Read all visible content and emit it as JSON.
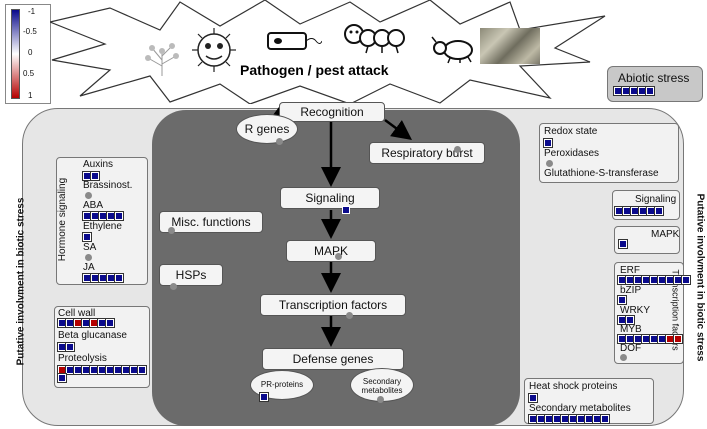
{
  "legend": {
    "ticks": [
      "-1",
      "-0.5",
      "0",
      "0.5",
      "1"
    ],
    "colors": {
      "low": "#0a0a8c",
      "mid": "#ffffff",
      "high": "#b40000"
    }
  },
  "title": "Pathogen / pest attack",
  "abiotic_stress": {
    "label": "Abiotic stress",
    "cells": [
      "b",
      "b",
      "b",
      "b",
      "b"
    ]
  },
  "side_labels": {
    "left": "Putative involvment in biotic stress",
    "right": "Putative involvment in biotic stress"
  },
  "hormone": {
    "group_label": "Hormone signaling",
    "items": [
      {
        "label": "Auxins",
        "cells": [
          "b",
          "b"
        ]
      },
      {
        "label": "Brassinost.",
        "cells": []
      },
      {
        "label": "ABA",
        "cells": [
          "b",
          "b",
          "b",
          "b",
          "b"
        ]
      },
      {
        "label": "Ethylene",
        "cells": [
          "b"
        ]
      },
      {
        "label": "SA",
        "cells": []
      },
      {
        "label": "JA",
        "cells": [
          "b",
          "b",
          "b",
          "b",
          "b"
        ]
      }
    ]
  },
  "cell_wall": {
    "label": "Cell wall",
    "cells": [
      "b",
      "b",
      "r",
      "b",
      "r",
      "b",
      "b"
    ]
  },
  "beta_glucanase": {
    "label": "Beta glucanase",
    "cells": [
      "b",
      "b"
    ]
  },
  "proteolysis": {
    "label": "Proteolysis",
    "row1": [
      "r",
      "b",
      "b",
      "b",
      "b",
      "b",
      "b",
      "b",
      "b",
      "b",
      "b"
    ],
    "row2": [
      "b"
    ]
  },
  "flow": {
    "recognition": "Recognition",
    "r_genes": "R genes",
    "respiratory_burst": "Respiratory burst",
    "signaling": "Signaling",
    "misc": "Misc. functions",
    "mapk": "MAPK",
    "hsps": "HSPs",
    "tf": "Transcription factors",
    "defense": "Defense genes",
    "pr_proteins": "PR-proteins",
    "secondary": "Secondary metabolites"
  },
  "right": {
    "redox": {
      "label": "Redox state",
      "cells": [
        "b"
      ]
    },
    "peroxidases": {
      "label": "Peroxidases",
      "cells": []
    },
    "gst": {
      "label": "Glutathione-S-transferase",
      "cells": []
    },
    "signaling": {
      "label": "Signaling",
      "cells": [
        "b",
        "b",
        "b",
        "b",
        "b",
        "b"
      ]
    },
    "mapk": {
      "label": "MAPK",
      "cells": [
        "b"
      ]
    },
    "tf_group": "Transcription factors",
    "erf": {
      "label": "ERF",
      "cells": [
        "b",
        "b",
        "b",
        "b",
        "b",
        "b",
        "b",
        "b",
        "b"
      ]
    },
    "bzip": {
      "label": "bZIP",
      "cells": [
        "b"
      ]
    },
    "wrky": {
      "label": "WRKY",
      "cells": [
        "b",
        "b"
      ]
    },
    "myb": {
      "label": "MYB",
      "cells": [
        "b",
        "b",
        "b",
        "b",
        "b",
        "b",
        "r",
        "r"
      ]
    },
    "dof": {
      "label": "DOF",
      "cells": []
    },
    "hsp": {
      "label": "Heat shock proteins",
      "cells": [
        "b"
      ]
    },
    "secondary": {
      "label": "Secondary metabolites",
      "cells": [
        "b",
        "b",
        "b",
        "b",
        "b",
        "b",
        "b",
        "b",
        "b",
        "b"
      ]
    }
  },
  "pr_cells": [
    "b"
  ]
}
